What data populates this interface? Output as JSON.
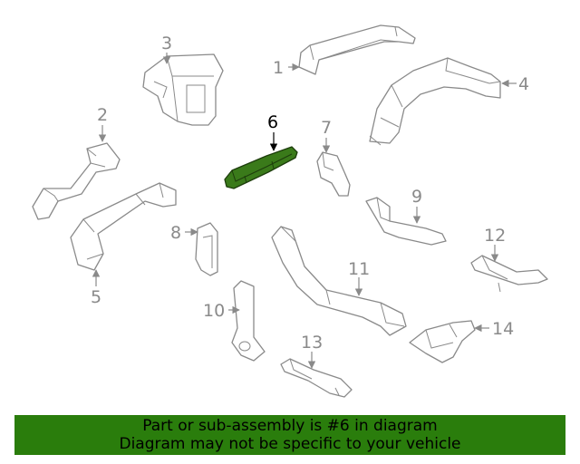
{
  "callouts": {
    "c1": "1",
    "c2": "2",
    "c3": "3",
    "c4": "4",
    "c5": "5",
    "c6": "6",
    "c7": "7",
    "c8": "8",
    "c9": "9",
    "c10": "10",
    "c11": "11",
    "c12": "12",
    "c13": "13",
    "c14": "14"
  },
  "highlight": {
    "part": "6",
    "color": "#2a7d0c"
  },
  "banner": {
    "line1": "Part or sub-assembly is #6 in diagram",
    "line2": "Diagram may not be specific to your vehicle"
  }
}
